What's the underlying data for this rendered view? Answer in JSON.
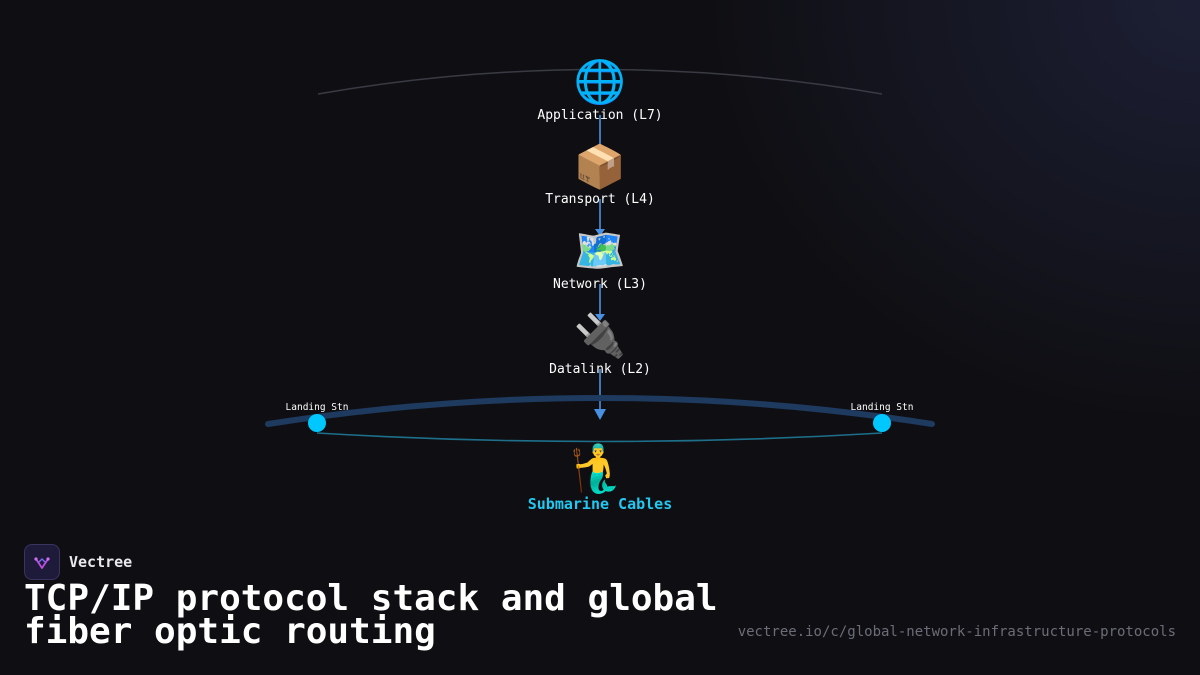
{
  "diagram": {
    "layers": [
      {
        "label": "Application (L7)",
        "icon": "globe-icon",
        "glyph": "🌐"
      },
      {
        "label": "Transport (L4)",
        "icon": "package-icon",
        "glyph": "📦"
      },
      {
        "label": "Network (L3)",
        "icon": "world-map-icon",
        "glyph": "🗺️"
      },
      {
        "label": "Datalink (L2)",
        "icon": "electric-plug-icon",
        "glyph": "🔌"
      }
    ],
    "stations": {
      "left": "Landing Stn",
      "right": "Landing Stn"
    },
    "submarine": {
      "label": "Submarine Cables",
      "icon": "merman-icon",
      "glyph": "🧜‍♂️"
    },
    "colors": {
      "connector": "#4a90e2",
      "cable": "#1e3a5f",
      "cable_inner": "#1d6f8a",
      "station": "#00c8ff",
      "accent_text": "#22c8f0",
      "top_arc": "#3a3a44"
    }
  },
  "brand": {
    "name": "Vectree",
    "icon": "vectree-logo-icon"
  },
  "title": "TCP/IP protocol stack and global fiber optic routing",
  "url": "vectree.io/c/global-network-infrastructure-protocols"
}
